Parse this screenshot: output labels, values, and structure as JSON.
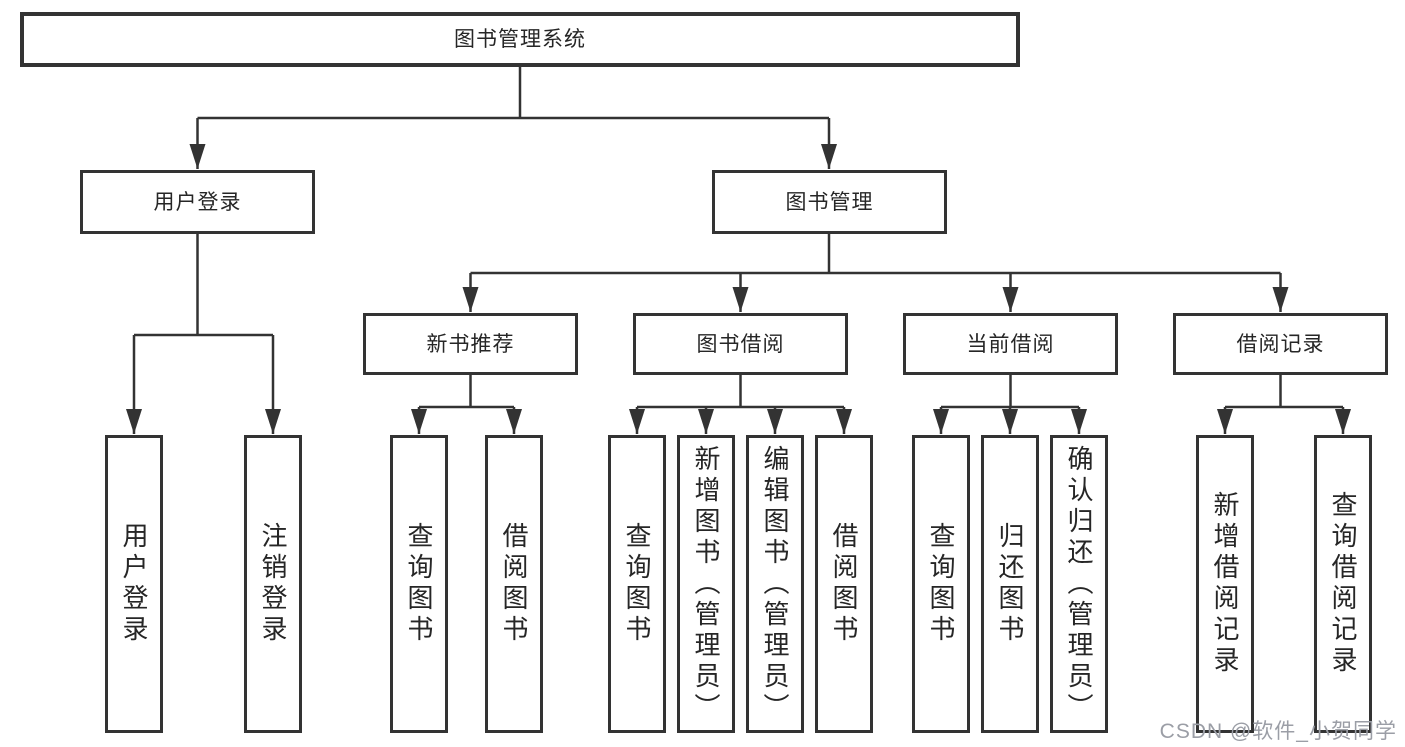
{
  "tree": {
    "root": {
      "label": "图书管理系统"
    },
    "children": [
      {
        "label": "用户登录",
        "children": [
          {
            "label": "用户登录"
          },
          {
            "label": "注销登录"
          }
        ]
      },
      {
        "label": "图书管理",
        "children": [
          {
            "label": "新书推荐",
            "children": [
              {
                "label": "查询图书"
              },
              {
                "label": "借阅图书"
              }
            ]
          },
          {
            "label": "图书借阅",
            "children": [
              {
                "label": "查询图书"
              },
              {
                "label": "新增图书（管理员）"
              },
              {
                "label": "编辑图书（管理员）"
              },
              {
                "label": "借阅图书"
              }
            ]
          },
          {
            "label": "当前借阅",
            "children": [
              {
                "label": "查询图书"
              },
              {
                "label": "归还图书"
              },
              {
                "label": "确认归还（管理员）"
              }
            ]
          },
          {
            "label": "借阅记录",
            "children": [
              {
                "label": "新增借阅记录"
              },
              {
                "label": "查询借阅记录"
              }
            ]
          }
        ]
      }
    ]
  },
  "watermark": {
    "text": "CSDN @软件_小贺同学"
  },
  "colors": {
    "line": "#333333",
    "text": "#262626",
    "background": "#ffffff",
    "watermark": "#9b9ea6"
  }
}
